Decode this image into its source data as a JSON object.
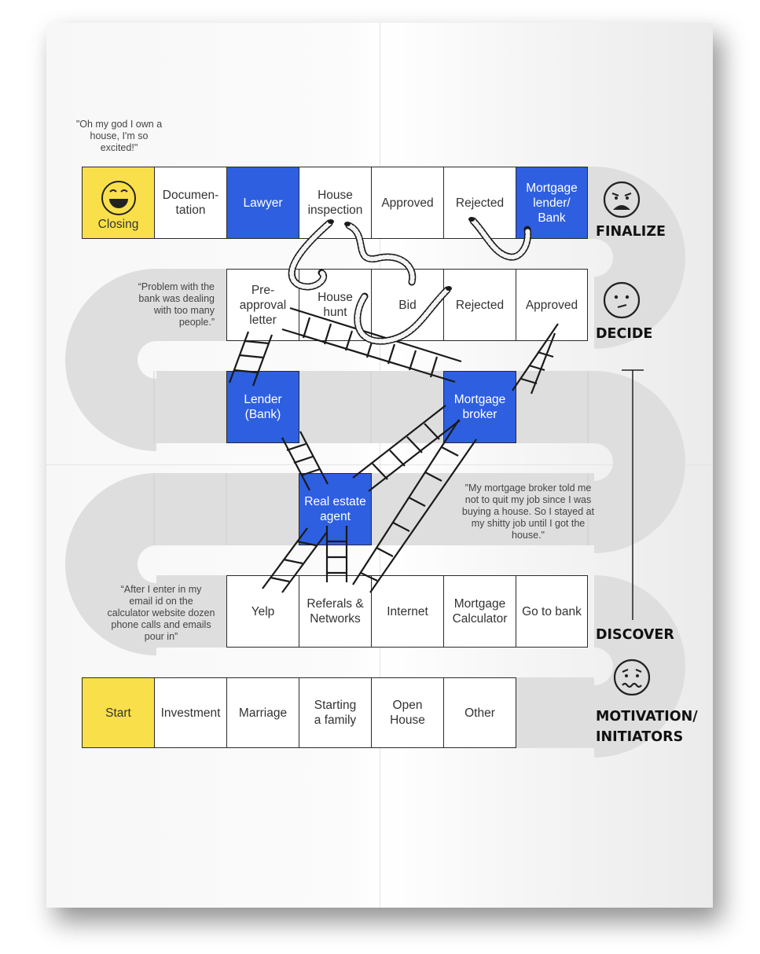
{
  "quotes": {
    "closing": "\"Oh my god I own a\nhouse, I'm so\nexcited!\"",
    "bank": "“Problem with the\nbank was dealing\nwith too many\npeople.”",
    "broker": "\"My mortgage broker told me\nnot to quit  my job since I was\nbuying a house. So I stayed at\nmy shitty job until I got the\nhouse.\"",
    "calculator": "“After I enter in my\nemail id on the\ncalculator website dozen\nphone calls and emails\npour in”"
  },
  "rows": {
    "finalize": [
      "Closing",
      "Documen-\ntation",
      "Lawyer",
      "House\ninspection",
      "Approved",
      "Rejected",
      "Mortgage\nlender/\nBank"
    ],
    "decide": [
      "Pre-\napproval\nletter",
      "House\nhunt",
      "Bid",
      "Rejected",
      "Approved"
    ],
    "middle": [
      "Lender\n(Bank)",
      "Mortgage\nbroker"
    ],
    "agent": [
      "Real estate\nagent"
    ],
    "discover": [
      "Yelp",
      "Referals &\nNetworks",
      "Internet",
      "Mortgage\nCalculator",
      "Go to bank"
    ],
    "motivation": [
      "Start",
      "Investment",
      "Marriage",
      "Starting\na family",
      "Open\nHouse",
      "Other"
    ]
  },
  "stages": {
    "finalize": "FINALIZE",
    "decide": "DECIDE",
    "discover": "DISCOVER",
    "motivation": "MOTIVATION/\nINITIATORS"
  },
  "faces": {
    "finalize": "sad-face-icon",
    "decide": "neutral-face-icon",
    "discover": "worried-face-icon",
    "closing": "laughing-face-icon"
  },
  "colors": {
    "blue": "#2d5fe0",
    "yellow": "#f9e04a",
    "path": "#dedede"
  }
}
